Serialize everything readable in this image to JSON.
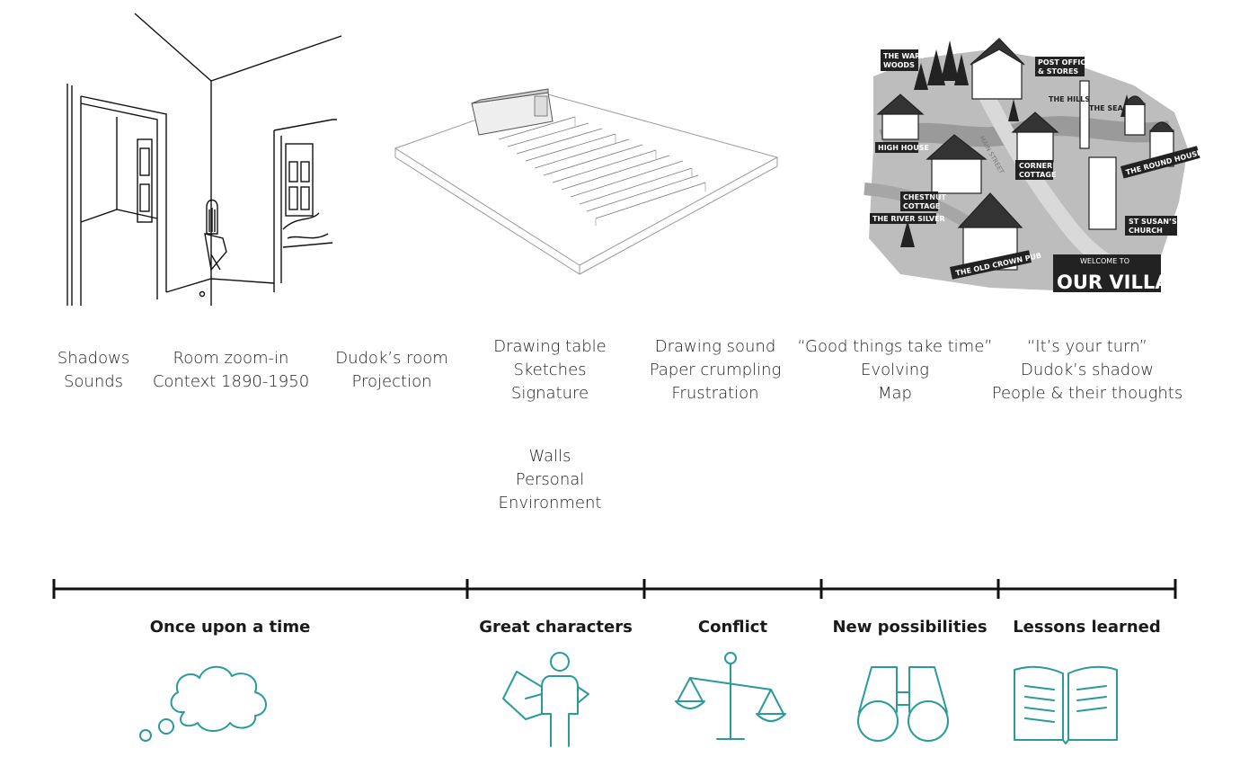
{
  "notes": {
    "shadows": [
      "Shadows",
      "Sounds"
    ],
    "room": [
      "Room zoom-in",
      "Context 1890-1950"
    ],
    "dudok_room": [
      "Dudok’s room",
      "Projection"
    ],
    "drawing_table": [
      "Drawing table",
      "Sketches",
      "Signature"
    ],
    "walls": [
      "Walls",
      "Personal",
      "Environment"
    ],
    "drawing_sound": [
      "Drawing sound",
      "Paper crumpling",
      "Frustration"
    ],
    "good_things": [
      "“Good things take time”",
      "Evolving",
      "Map"
    ],
    "your_turn": [
      "“It’s your turn”",
      "Dudok’s shadow",
      "People & their thoughts"
    ]
  },
  "timeline": {
    "stages": [
      {
        "label": "Once upon a time",
        "icon": "cloud-icon"
      },
      {
        "label": "Great characters",
        "icon": "hero-icon"
      },
      {
        "label": "Conflict",
        "icon": "scale-icon"
      },
      {
        "label": "New possibilities",
        "icon": "binoculars-icon"
      },
      {
        "label": "Lessons learned",
        "icon": "open-book-icon"
      }
    ]
  },
  "map": {
    "labels": {
      "wary_woods": "THE WARY WOODS",
      "post_office": "POST OFFICE & STORES",
      "hills": "THE HILLS",
      "sea": "THE SEA",
      "high_house": "HIGH HOUSE",
      "corner_cottage": "CORNER COTTAGE",
      "round_houses": "THE ROUND HOUSES",
      "chestnut": "CHESTNUT COTTAGE",
      "river": "THE RIVER SILVER",
      "church": "ST SUSAN’S CHURCH",
      "pub": "THE OLD CROWN PUB",
      "welcome": "WELCOME TO",
      "village": "OUR VILLAGE",
      "main_street": "MAIN STREET"
    }
  }
}
